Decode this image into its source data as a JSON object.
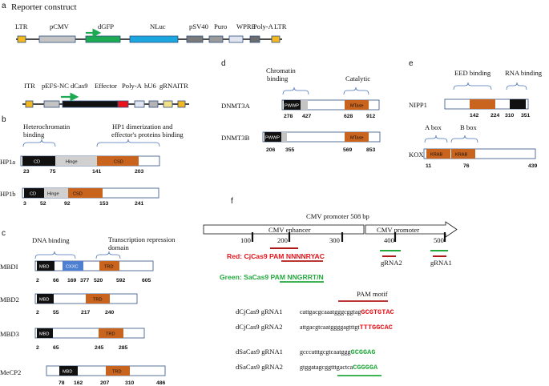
{
  "colors": {
    "ltr": "#f2b81f",
    "pcmv": "#c4c4c4",
    "dgfp": "#1daa52",
    "nluc": "#1ba6e0",
    "psv40": "#7a7a7a",
    "puro": "#9a9a9a",
    "wpre": "#dfe4ee",
    "polya": "#6c6c6c",
    "dcas9": "#111111",
    "effector": "#e8131b",
    "domain": "#c8641e",
    "black": "#111111",
    "cxxc": "#4f7fd0",
    "hinge": "#d0d0d0",
    "red": "#e8131b",
    "green": "#22a93c",
    "darkred": "#b01818",
    "brace": "#4a74b8"
  },
  "panel_a": {
    "letter": "a",
    "title": "Reporter construct",
    "row1": [
      "LTR",
      "pCMV",
      "dGFP",
      "NLuc",
      "pSV40",
      "Puro",
      "WPRE",
      "Poly-A",
      "LTR"
    ],
    "row2": [
      "ITR",
      "pEFS-NC",
      "dCas9",
      "Effector",
      "Poly-A",
      "hU6",
      "gRNA",
      "ITR"
    ]
  },
  "panel_b": {
    "letter": "b",
    "annot_left": [
      "Heterochromatin",
      "binding"
    ],
    "annot_right": [
      "HP1 dimerization and",
      "effector's proteins binding"
    ],
    "proteins": [
      {
        "name": "HP1a",
        "domains": [
          "CD",
          "Hinge",
          "CSD"
        ],
        "numbers": [
          "23",
          "75",
          "141",
          "203"
        ]
      },
      {
        "name": "HP1b",
        "domains": [
          "CD",
          "Hinge",
          "CSD"
        ],
        "numbers": [
          "3",
          "52",
          "92",
          "153",
          "241"
        ]
      }
    ]
  },
  "panel_c": {
    "letter": "c",
    "annot_left": "DNA binding",
    "annot_right": [
      "Transcription repression",
      "domain"
    ],
    "proteins": [
      {
        "name": "MBDI",
        "domains": [
          "MBD",
          "CXXC",
          "TRD"
        ],
        "numbers": [
          "2",
          "66",
          "169",
          "377",
          "520",
          "592",
          "605"
        ]
      },
      {
        "name": "MBD2",
        "domains": [
          "MBD",
          "TRD"
        ],
        "numbers": [
          "2",
          "55",
          "217",
          "240"
        ]
      },
      {
        "name": "MBD3",
        "domains": [
          "MBD",
          "TRD"
        ],
        "numbers": [
          "2",
          "65",
          "245",
          "285"
        ]
      },
      {
        "name": "MeCP2",
        "domains": [
          "MBD",
          "TRD"
        ],
        "numbers": [
          "78",
          "162",
          "207",
          "310",
          "486"
        ]
      }
    ]
  },
  "panel_d": {
    "letter": "d",
    "annot_left": [
      "Chromatin",
      "binding"
    ],
    "annot_right": "Catalytic",
    "proteins": [
      {
        "name": "DNMT3A",
        "domains": [
          "PWWP",
          "MTase"
        ],
        "numbers": [
          "278",
          "427",
          "628",
          "912"
        ]
      },
      {
        "name": "DNMT3B",
        "domains": [
          "PWWP",
          "MTase"
        ],
        "numbers": [
          "206",
          "355",
          "569",
          "853"
        ]
      }
    ]
  },
  "panel_e": {
    "letter": "e",
    "annot_left": "EED binding",
    "annot_right": "RNA binding",
    "nipp1": {
      "name": "NIPP1",
      "numbers": [
        "142",
        "224",
        "310",
        "351"
      ]
    },
    "annot_a": "A box",
    "annot_b": "B box",
    "kox1": {
      "name": "KOX1",
      "domains": [
        "KRAB",
        "KRAB"
      ],
      "numbers": [
        "11",
        "76",
        "439"
      ]
    }
  },
  "panel_f": {
    "letter": "f",
    "title": "CMV promoter 508 bp",
    "enhancer": "CMV enhancer",
    "promoter": "CMV promoter",
    "ticks": [
      "100",
      "200",
      "300",
      "400",
      "500"
    ],
    "grna2": "gRNA2",
    "grna1": "gRNA1",
    "cj_prefix": "Red: CjCas9 PAM ",
    "cj_pam": "NNNNRYAC",
    "sa_prefix": "Green: SaCas9 PAM ",
    "sa_pam": "NNGRRT/N",
    "pam_motif": "PAM motif",
    "guides": [
      {
        "label": "dCjCas9 gRNA1",
        "seq": "cattgacgcaaatgggcggtag",
        "pam": "GCGTGTAC",
        "color": "red"
      },
      {
        "label": "dCjCas9 gRNA2",
        "seq": "attgacgtcaatggggagtttgt",
        "pam": "TTTGGCAC",
        "color": "red"
      },
      {
        "label": "dSaCas9 gRNA1",
        "seq": "gcccatttgcgtcaatggg",
        "pam": "GCGGAG",
        "color": "green"
      },
      {
        "label": "dSaCas9 gRNA2",
        "seq": "gtggatagcggtttgactca",
        "pam": "CGGGGA",
        "color": "green"
      }
    ]
  }
}
